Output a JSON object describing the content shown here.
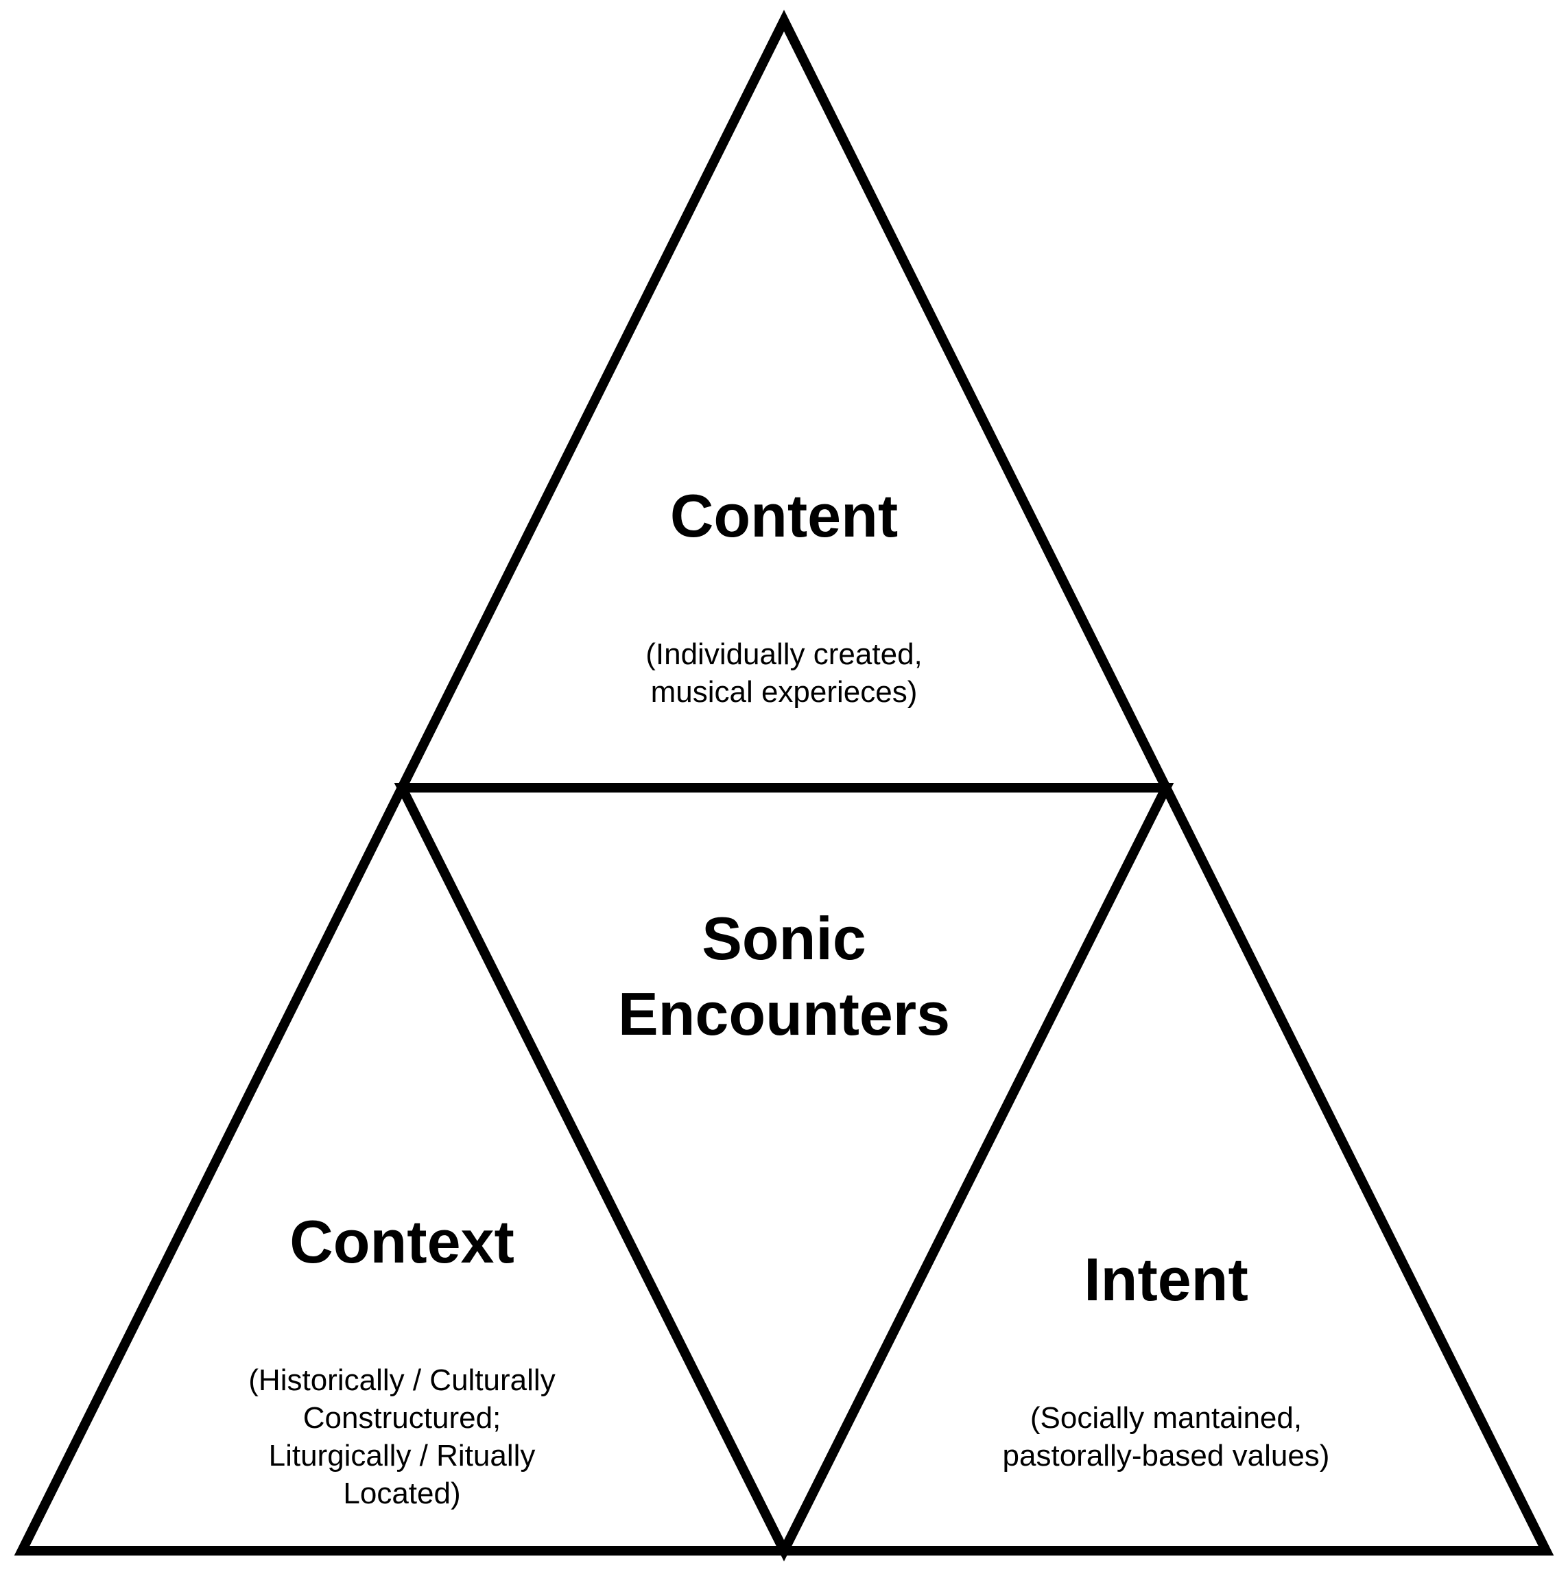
{
  "diagram": {
    "line_color": "#000000",
    "background_color": "#ffffff",
    "top": {
      "title": "Content",
      "desc_lines": [
        "(Individually created,",
        "musical experieces)"
      ]
    },
    "center": {
      "title_lines": [
        "Sonic",
        "Encounters"
      ]
    },
    "left": {
      "title": "Context",
      "desc_lines": [
        "(Historically / Culturally",
        "Constructured;",
        "Liturgically / Ritually",
        "Located)"
      ]
    },
    "right": {
      "title": "Intent",
      "desc_lines": [
        "(Socially mantained,",
        "pastorally-based values)"
      ]
    }
  }
}
